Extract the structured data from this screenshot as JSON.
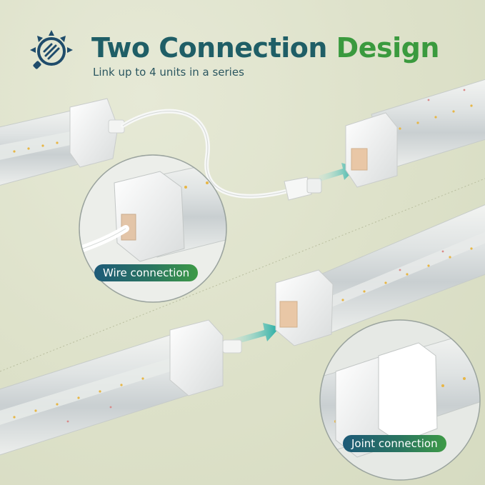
{
  "header": {
    "title_part1": "Two Connection",
    "title_part2": "Design",
    "subtitle": "Link up to 4 units in a series"
  },
  "callouts": {
    "wire": "Wire connection",
    "joint": "Joint connection"
  },
  "icons": {
    "logo": "sun-bulb-icon"
  },
  "colors": {
    "background": "#dfe3cc",
    "title_primary": "#1f5e66",
    "title_accent": "#3a9a3e",
    "arrow": "#2bb5a7"
  }
}
